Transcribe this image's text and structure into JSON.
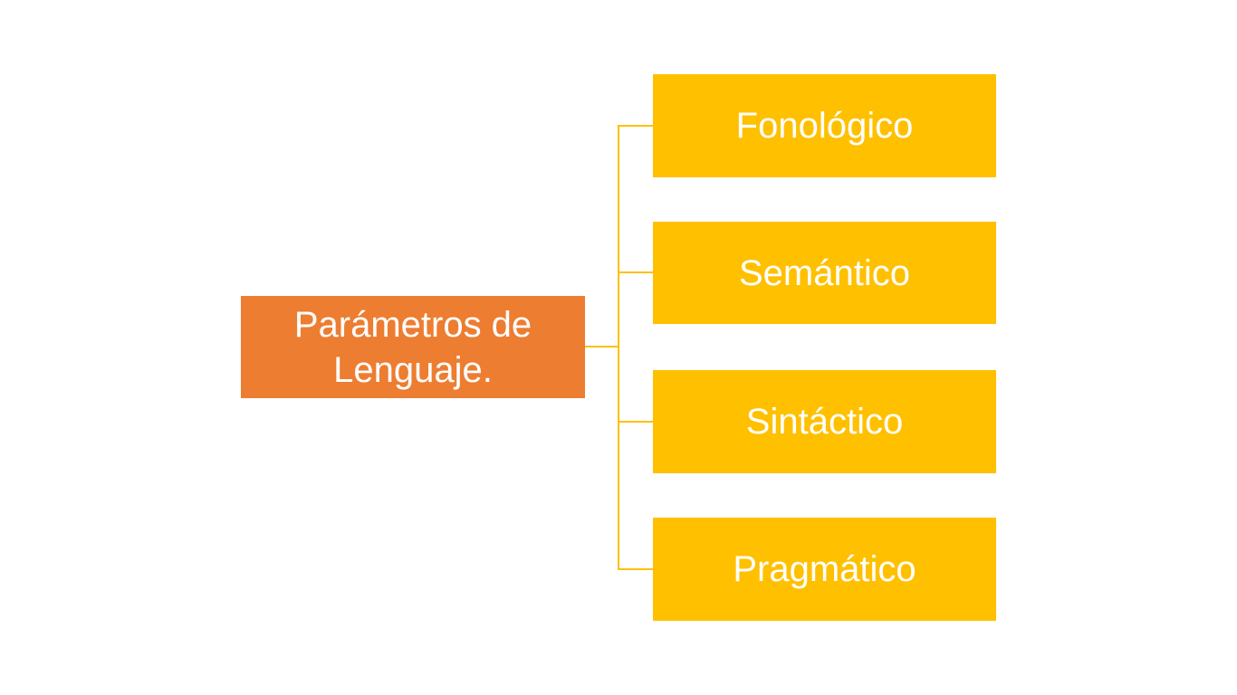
{
  "diagram": {
    "type": "hierarchy",
    "root": {
      "label": "Parámetros de Lenguaje."
    },
    "children": [
      {
        "label": "Fonológico"
      },
      {
        "label": "Semántico"
      },
      {
        "label": "Sintáctico"
      },
      {
        "label": "Pragmático"
      }
    ],
    "colors": {
      "background": "#FFFFFF",
      "root_fill": "#ED7D31",
      "child_fill": "#FFC000",
      "connector": "#FFC000",
      "text": "#FFFFFF"
    }
  }
}
